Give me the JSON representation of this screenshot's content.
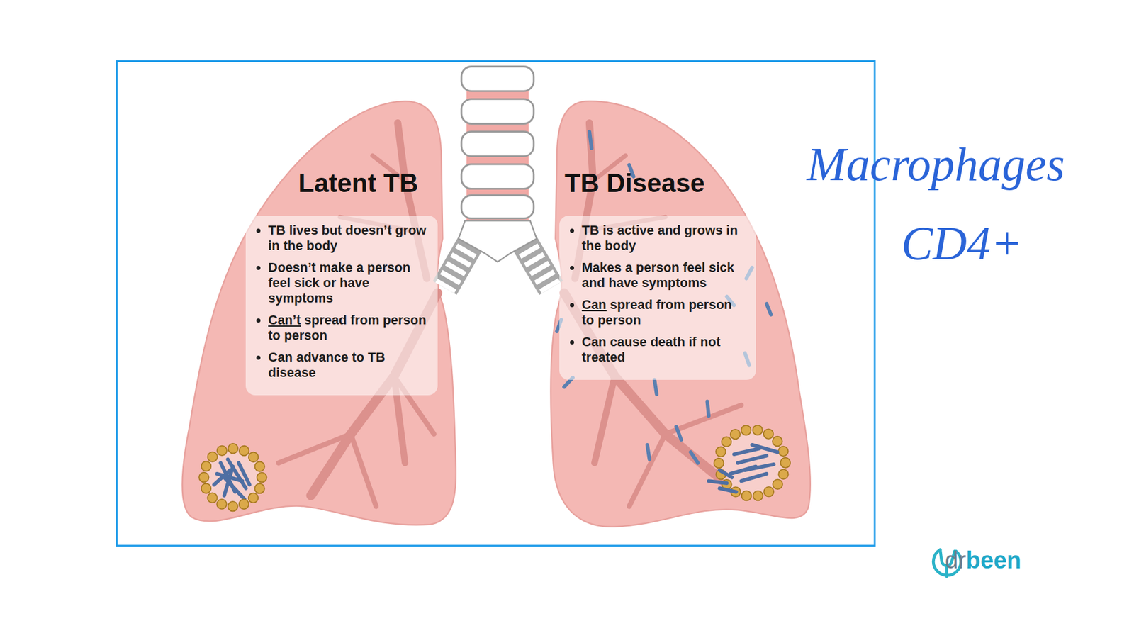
{
  "diagram": {
    "nodes": [
      {
        "text": [
          "Latent TB",
          "TB lives but doesn’t grow in the body",
          "Doesn’t make a person feel sick or have symptoms",
          "Can’t spread from person to person",
          "Can advance to TB disease"
        ]
      },
      {
        "text": [
          "TB Disease",
          "TB is active and grows in the body",
          "Makes a person feel sick and have symptoms",
          "Can spread from person to person",
          "Can cause death if not treated"
        ]
      }
    ],
    "labels": [
      "Macrophages",
      "CD4+",
      "dr",
      "been"
    ]
  }
}
